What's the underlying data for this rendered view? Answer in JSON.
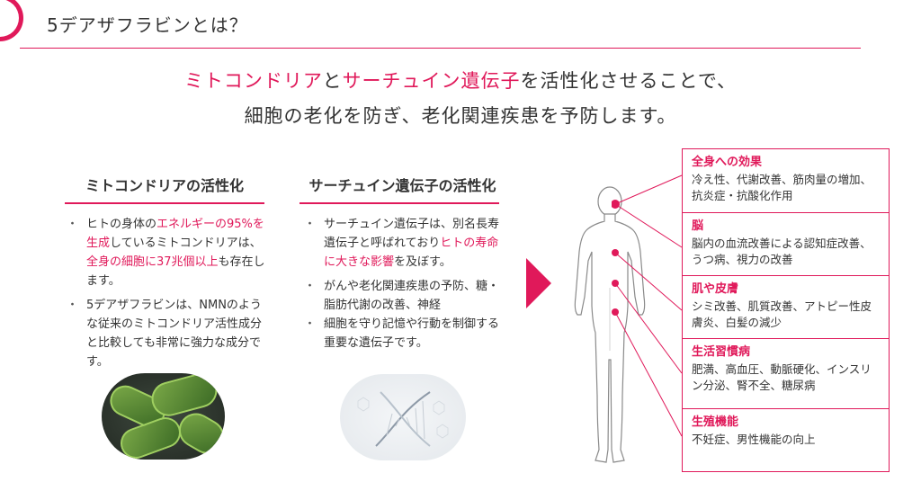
{
  "header": {
    "title": "5デアザフラビンとは？"
  },
  "lead": {
    "line1_parts": [
      "ミトコンドリア",
      "と",
      "サーチュイン遺伝子",
      "を活性化させることで、"
    ],
    "line2": "細胞の老化を防ぎ、老化関連疾患を予防します。"
  },
  "left_column": {
    "title": "ミトコンドリアの活性化",
    "bullet1_parts": [
      "ヒトの身体の",
      "エネルギーの95%を生成",
      "しているミトコンドリアは、",
      "全身の細胞に37兆個以上",
      "も存在します。"
    ],
    "bullet2": "5デアザフラビンは、NMNのような従来のミトコンドリア活性成分と比較しても非常に強力な成分です。"
  },
  "middle_column": {
    "title": "サーチュイン遺伝子の活性化",
    "bullet1_parts": [
      "サーチュイン遺伝子は、別名長寿遺伝子と呼ばれており",
      "ヒトの寿命に大きな影響",
      "を及ぼす。"
    ],
    "bullet2": "がんや老化関連疾患の予防、糖・脂肪代謝の改善、神経",
    "bullet3": "細胞を守り記憶や行動を制御する重要な遺伝子です。"
  },
  "effects": [
    {
      "title": "全身への効果",
      "text": "冷え性、代謝改善、筋肉量の増加、抗炎症・抗酸化作用"
    },
    {
      "title": "脳",
      "text": "脳内の血流改善による認知症改善、うつ病、視力の改善"
    },
    {
      "title": "肌や皮膚",
      "text": "シミ改善、肌質改善、アトピー性皮膚炎、白髪の減少"
    },
    {
      "title": "生活習慣病",
      "text": "肥満、高血圧、動脈硬化、インスリン分泌、腎不全、糖尿病"
    },
    {
      "title": "生殖機能",
      "text": "不妊症、男性機能の向上"
    }
  ],
  "colors": {
    "accent": "#e0195a",
    "text": "#333333"
  }
}
